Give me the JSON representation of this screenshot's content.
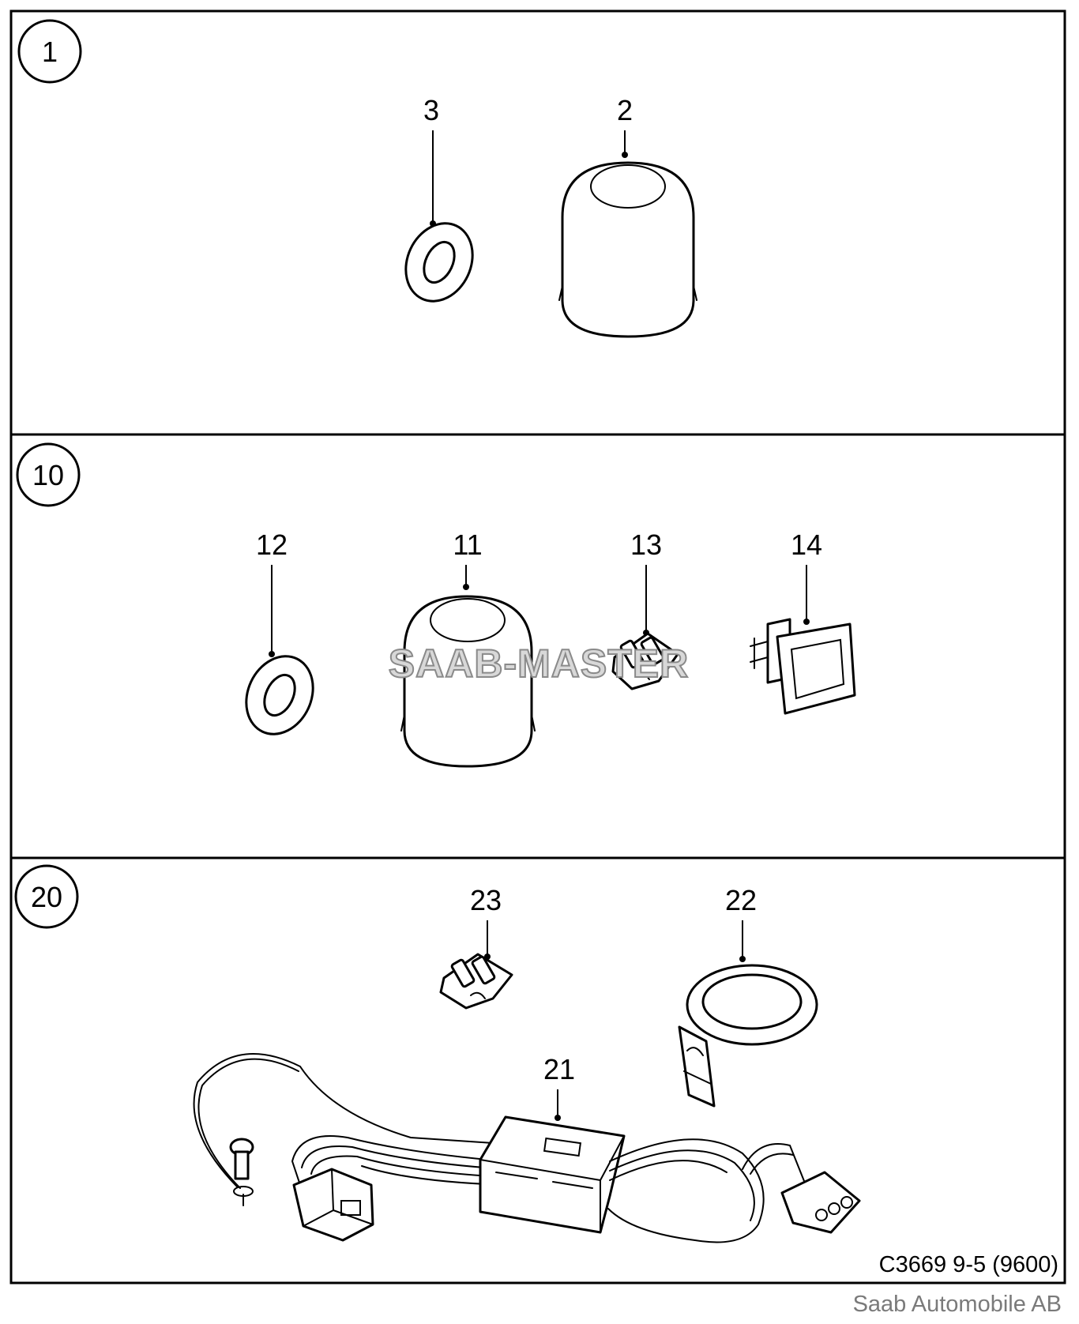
{
  "panels": [
    {
      "number": "1",
      "labels": [
        "3",
        "2"
      ]
    },
    {
      "number": "10",
      "labels": [
        "12",
        "11",
        "13",
        "14"
      ]
    },
    {
      "number": "20",
      "labels": [
        "23",
        "22",
        "21"
      ]
    }
  ],
  "watermark": "SAAB-MASTER",
  "drawing_code": "C3669 9-5 (9600)",
  "credit": "Saab Automobile AB"
}
